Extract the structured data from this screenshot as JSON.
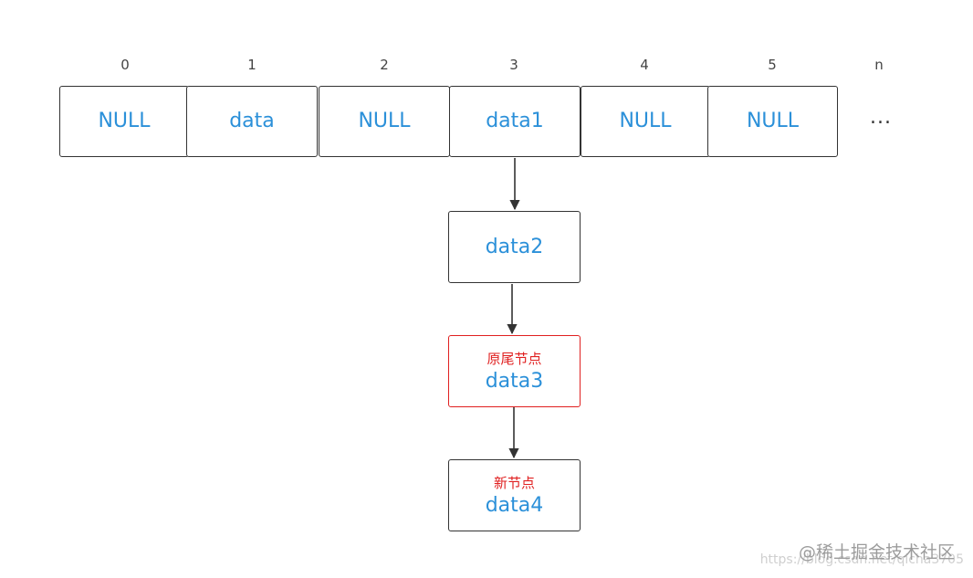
{
  "indices": [
    "0",
    "1",
    "2",
    "3",
    "4",
    "5",
    "n"
  ],
  "slots": [
    "NULL",
    "data",
    "NULL",
    "data1",
    "NULL",
    "NULL"
  ],
  "ellipsis": "...",
  "chain": [
    {
      "note": "",
      "value": "data2",
      "highlight": false
    },
    {
      "note": "原尾节点",
      "value": "data3",
      "highlight": true
    },
    {
      "note": "新节点",
      "value": "data4",
      "highlight": false
    }
  ],
  "watermark": {
    "brand": "@稀土掘金技术社区",
    "url": "https://blog.csdn.net/qicha3705"
  },
  "colors": {
    "value_text": "#2b90d9",
    "note_text": "#e02020",
    "border": "#333333",
    "highlight_border": "#e02020"
  }
}
